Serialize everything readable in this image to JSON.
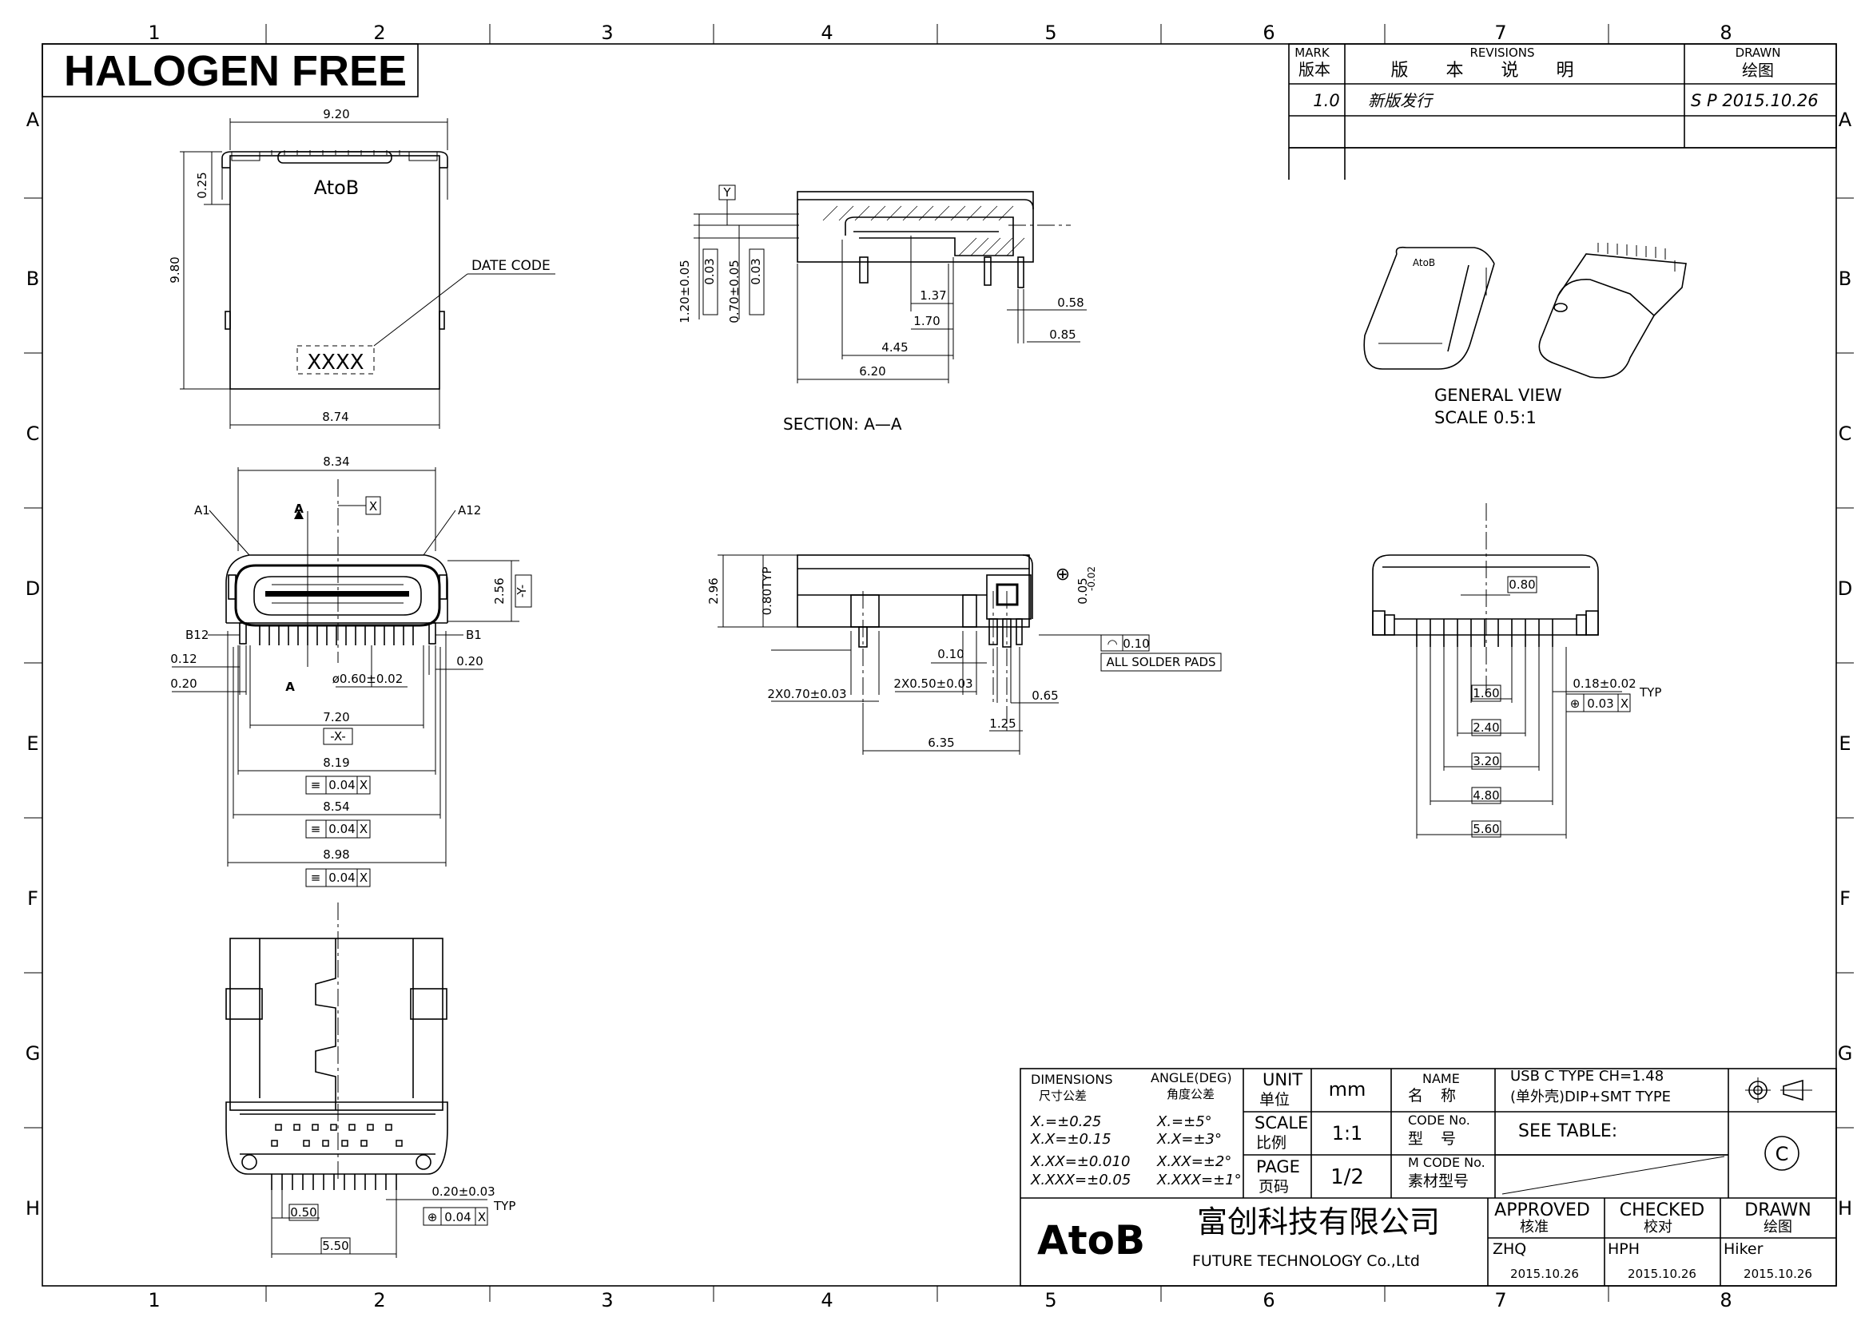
{
  "header": {
    "halogen_free": "HALOGEN FREE"
  },
  "zones": {
    "columns": [
      "1",
      "2",
      "3",
      "4",
      "5",
      "6",
      "7",
      "8"
    ],
    "rows": [
      "A",
      "B",
      "C",
      "D",
      "E",
      "F",
      "G",
      "H"
    ]
  },
  "revisions": {
    "mark_label": "MARK",
    "mark_label_cn": "版本",
    "revisions_label": "REVISIONS",
    "revisions_label_cn": "版 本 说 明",
    "drawn_label": "DRAWN",
    "drawn_label_cn": "绘图",
    "rows": [
      {
        "mark": "1.0",
        "description": "新版发行",
        "drawn": "S P 2015.10.26"
      }
    ]
  },
  "top_view": {
    "brand_mark": "AtoB",
    "date_code_label": "DATE CODE",
    "date_code_value": "XXXX",
    "dims": {
      "width_top": "9.20",
      "offset": "0.25",
      "height": "9.80",
      "width_bottom": "8.74"
    }
  },
  "section_view": {
    "title": "SECTION: A—A",
    "datum": "Y",
    "dims": {
      "h1": "1.20±0.05",
      "tol1": "0.03",
      "h2": "0.70±0.05",
      "tol2": "0.03",
      "d137": "1.37",
      "d170": "1.70",
      "d445": "4.45",
      "d620": "6.20",
      "d058": "0.58",
      "d085": "0.85"
    }
  },
  "general_view": {
    "title": "GENERAL VIEW",
    "scale": "SCALE 0.5:1",
    "brand_mark": "AtoB"
  },
  "front_view": {
    "pins": {
      "a1": "A1",
      "a12": "A12",
      "b12": "B12",
      "b1": "B1"
    },
    "section_marker": "A",
    "datum_x": "X",
    "datum_y": "-Y-",
    "datum_x_box": "-X-",
    "dims": {
      "d834": "8.34",
      "d256": "2.56",
      "d012": "0.12",
      "d020l": "0.20",
      "d020r": "0.20",
      "dia": "ø0.60±0.02",
      "d720": "7.20",
      "d819": "8.19",
      "d854": "8.54",
      "d898": "8.98",
      "flat_tol": "0.04"
    }
  },
  "side_view": {
    "dims": {
      "d296": "2.96",
      "d080": "0.80TYP",
      "tol_pos": "0.05",
      "tol_neg": "-0.02",
      "d010": "0.10",
      "pin1": "2X0.70±0.03",
      "pin2": "2X0.50±0.03",
      "d065": "0.65",
      "d125": "1.25",
      "d635": "6.35",
      "cop": "0.10",
      "solder": "ALL SOLDER PADS"
    }
  },
  "right_view": {
    "dims": {
      "d080": "0.80",
      "pin_w": "0.18±0.02",
      "pos_tol": "0.03",
      "datum": "X",
      "typ": "TYP",
      "d160": "1.60",
      "d240": "2.40",
      "d320": "3.20",
      "d480": "4.80",
      "d560": "5.60"
    }
  },
  "bottom_view": {
    "dims": {
      "d050": "0.50",
      "d550": "5.50",
      "pin_w": "0.20±0.03",
      "pos_tol": "0.04",
      "datum": "X",
      "typ": "TYP"
    }
  },
  "title_block": {
    "dimensions_label": "DIMENSIONS",
    "dimensions_cn": "尺寸公差",
    "angle_label": "ANGLE(DEG)",
    "angle_cn": "角度公差",
    "tol": [
      "X.=±0.25",
      "X.X=±0.15",
      "X.XX=±0.010",
      "X.XXX=±0.05"
    ],
    "ang": [
      "X.=±5°",
      "X.X=±3°",
      "X.XX=±2°",
      "X.XXX=±1°"
    ],
    "unit_label": "UNIT",
    "unit_cn": "单位",
    "unit_value": "mm",
    "scale_label": "SCALE",
    "scale_cn": "比例",
    "scale_value": "1:1",
    "page_label": "PAGE",
    "page_cn": "页码",
    "page_value": "1/2",
    "name_label": "NAME",
    "name_cn": "名  称",
    "name_value_1": "USB C TYPE CH=1.48",
    "name_value_2": "(单外壳)DIP+SMT TYPE",
    "code_label": "CODE No.",
    "code_cn": "型  号",
    "code_value": "SEE TABLE:",
    "mcode_label": "M CODE No.",
    "mcode_cn": "素材型号",
    "company_logo": "AtoB",
    "company_cn": "富创科技有限公司",
    "company_en": "FUTURE TECHNOLOGY Co.,Ltd",
    "approved_label": "APPROVED",
    "approved_cn": "核准",
    "approved_name": "ZHQ",
    "approved_date": "2015.10.26",
    "checked_label": "CHECKED",
    "checked_cn": "校对",
    "checked_name": "HPH",
    "checked_date": "2015.10.26",
    "drawn_label": "DRAWN",
    "drawn_cn": "绘图",
    "drawn_name": "Hiker",
    "drawn_date": "2015.10.26",
    "copyright": "C"
  }
}
